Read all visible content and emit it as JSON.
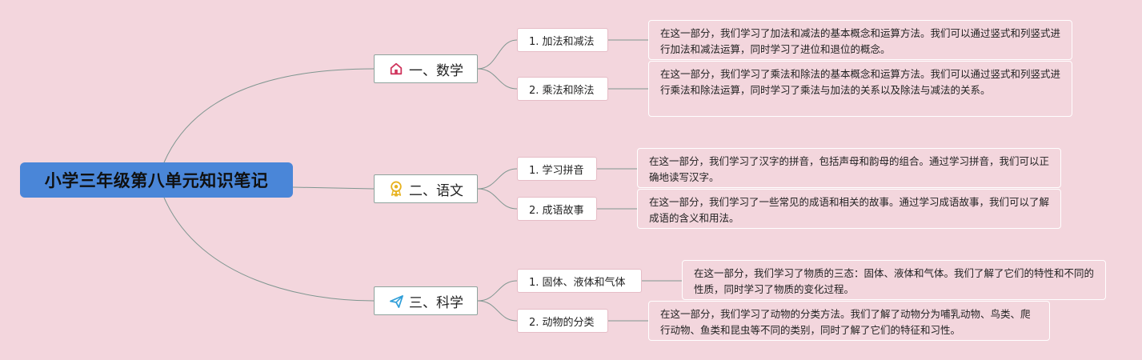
{
  "root": {
    "title": "小学三年级第八单元知识笔记"
  },
  "topics": [
    {
      "label": "一、数学",
      "icon": "home-icon",
      "icon_color": "#d0355d",
      "subs": [
        {
          "label": "1. 加法和减法",
          "note": "在这一部分，我们学习了加法和减法的基本概念和运算方法。我们可以通过竖式和列竖式进行加法和减法运算，同时学习了进位和退位的概念。"
        },
        {
          "label": "2. 乘法和除法",
          "note": "在这一部分，我们学习了乘法和除法的基本概念和运算方法。我们可以通过竖式和列竖式进行乘法和除法运算，同时学习了乘法与加法的关系以及除法与减法的关系。"
        }
      ]
    },
    {
      "label": "二、语文",
      "icon": "award-ribbon-icon",
      "icon_color": "#e7b21e",
      "subs": [
        {
          "label": "1. 学习拼音",
          "note": "在这一部分，我们学习了汉字的拼音，包括声母和韵母的组合。通过学习拼音，我们可以正确地读写汉字。"
        },
        {
          "label": "2. 成语故事",
          "note": "在这一部分，我们学习了一些常见的成语和相关的故事。通过学习成语故事，我们可以了解成语的含义和用法。"
        }
      ]
    },
    {
      "label": "三、科学",
      "icon": "paper-plane-icon",
      "icon_color": "#2f9ed8",
      "subs": [
        {
          "label": "1. 固体、液体和气体",
          "note": "在这一部分，我们学习了物质的三态：固体、液体和气体。我们了解了它们的特性和不同的性质，同时学习了物质的变化过程。"
        },
        {
          "label": "2. 动物的分类",
          "note": "在这一部分，我们学习了动物的分类方法。我们了解了动物分为哺乳动物、鸟类、爬行动物、鱼类和昆虫等不同的类别，同时了解了它们的特征和习性。"
        }
      ]
    }
  ],
  "colors": {
    "background": "#f3d6dd",
    "root_fill": "#4a86d8",
    "connector": "#7f9690"
  }
}
